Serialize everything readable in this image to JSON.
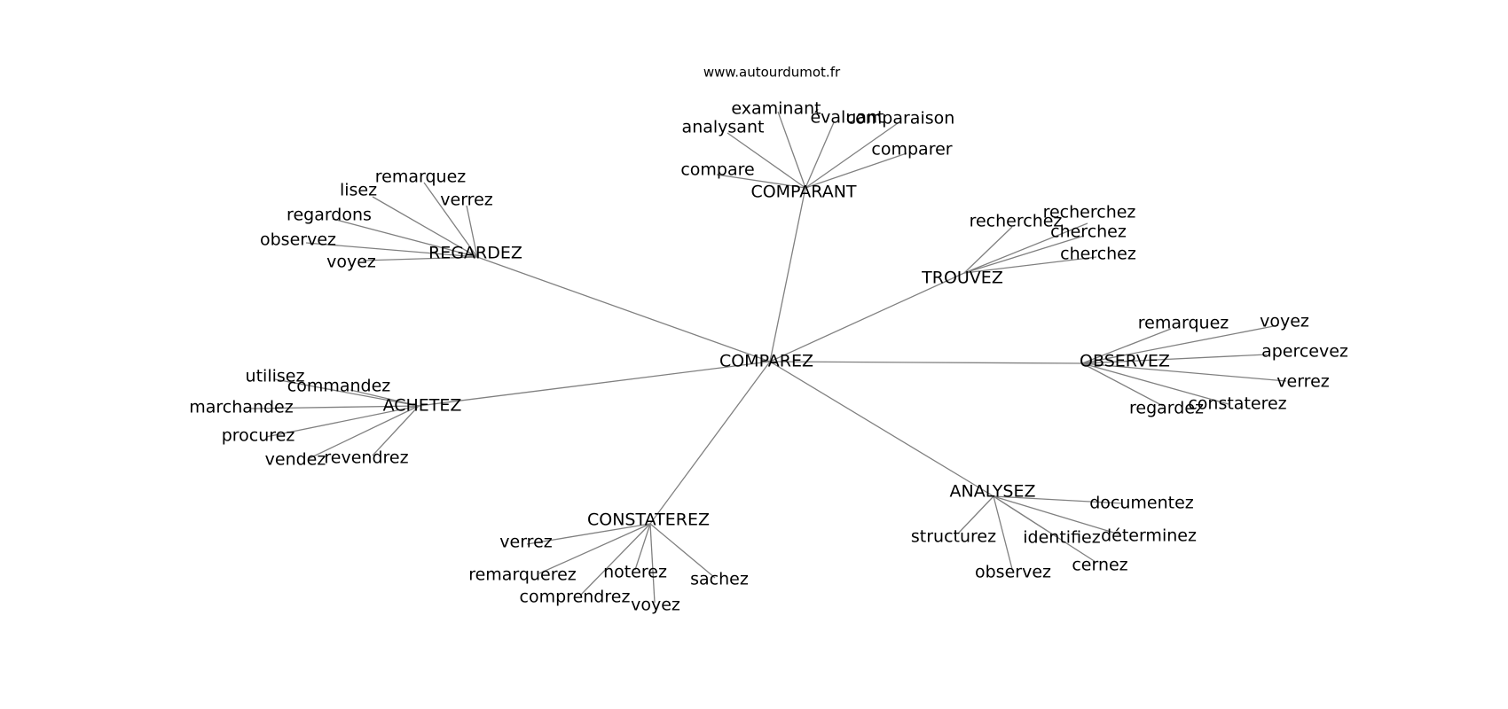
{
  "source": "www.autourdumot.fr",
  "colors": {
    "edge": "#808080",
    "text": "#000000",
    "background": "#ffffff"
  },
  "root": "COMPAREZ",
  "groups": [
    {
      "hub": "COMPARANT",
      "leaves": [
        "examinant",
        "analysant",
        "évaluant",
        "comparaison",
        "comparer",
        "compare"
      ]
    },
    {
      "hub": "REGARDEZ",
      "leaves": [
        "remarquez",
        "lisez",
        "verrez",
        "regardons",
        "observez",
        "voyez"
      ]
    },
    {
      "hub": "TROUVEZ",
      "leaves": [
        "recherchez",
        "recherchez",
        "cherchez",
        "cherchez"
      ]
    },
    {
      "hub": "OBSERVEZ",
      "leaves": [
        "remarquez",
        "voyez",
        "apercevez",
        "verrez",
        "constaterez",
        "regardez"
      ]
    },
    {
      "hub": "ACHETEZ",
      "leaves": [
        "utilisez",
        "commandez",
        "marchandez",
        "procurez",
        "vendez",
        "revendrez"
      ]
    },
    {
      "hub": "ANALYSEZ",
      "leaves": [
        "documentez",
        "structurez",
        "identifiez",
        "déterminez",
        "cernez",
        "observez"
      ]
    },
    {
      "hub": "CONSTATEREZ",
      "leaves": [
        "verrez",
        "remarquerez",
        "noterez",
        "sachez",
        "comprendrez",
        "voyez"
      ]
    }
  ]
}
